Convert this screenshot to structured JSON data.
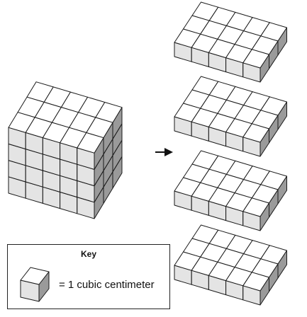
{
  "key": {
    "title": "Key",
    "legend_text": "= 1 cubic centimeter"
  },
  "colors": {
    "cube_top": "#ffffff",
    "cube_left": "#e4e4e4",
    "cube_right": "#9a9a9a",
    "stroke": "#1a1a1a",
    "arrow": "#111111"
  },
  "prism": {
    "cubes_wide": 5,
    "cubes_deep": 3,
    "cubes_high": 4,
    "unit": "cubic centimeter"
  },
  "layers": {
    "count": 4,
    "cubes_wide": 5,
    "cubes_deep": 3,
    "cubes_high": 1
  },
  "arrow": {
    "direction": "right",
    "icon": "arrow-right-icon"
  }
}
